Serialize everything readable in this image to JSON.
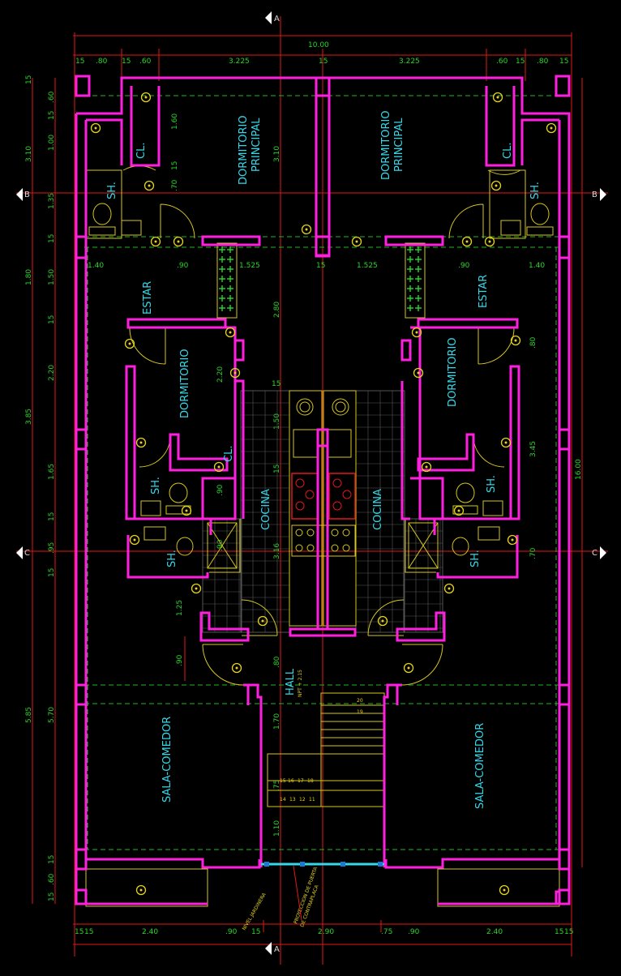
{
  "section_marks": {
    "top": "A",
    "bottom": "A",
    "left_b": "B",
    "right_b": "B",
    "left_c": "C",
    "right_c": "C"
  },
  "dims_top": {
    "total": "10.00",
    "d1": "15",
    "d2": ".80",
    "d3": "15",
    "d4": ".60",
    "d5": "3.225",
    "d6": "15",
    "d7": "3.225",
    "d8": ".60",
    "d9": "15",
    "d10": ".80",
    "d11": "15"
  },
  "dims_left": {
    "a": "15",
    "b": ".60",
    "c": "15",
    "d": "3.10",
    "e": "1.00",
    "f": "1.35",
    "g": "15",
    "h": "1.80",
    "i": "1.50",
    "j": "15",
    "k": "3.85",
    "l": "2.20",
    "m": "1.65",
    "n": "15",
    "o": ".95",
    "p": "15",
    "q": "5.85",
    "r": "5.70",
    "s": "15",
    "t": ".60",
    "u": "15"
  },
  "dims_right": {
    "total": "16.00"
  },
  "dims_bottom": {
    "a": "15",
    "b": "15",
    "c": "2.40",
    "d": ".90",
    "e": "15",
    "f": "2.90",
    "g": ".75",
    "h": ".90",
    "i": "2.40",
    "j": "15",
    "k": "15"
  },
  "dims_inner": {
    "a": "1.60",
    "b": "15",
    "c": ".70",
    "d": "3.10",
    "e": "1.40",
    "f": ".90",
    "g": "1.525",
    "h": "15",
    "i": "1.525",
    "j": ".90",
    "k": "1.40",
    "l": "2.80",
    "m": "2.20",
    "n": "15",
    "o": "1.50",
    "p": "15",
    "q": "3.16",
    "r": ".80",
    "s": "3.45",
    "t": ".90",
    "u": ".90",
    "v": "1.25",
    "w": ".80",
    "x": ".90",
    "y": "1.70",
    "z": ".75",
    "aa": "1.10",
    "bb": ".70"
  },
  "rooms": {
    "dorm_principal_1": "DORMITORIO",
    "principal": "PRINCIPAL",
    "dorm_principal_2": "DORMITORIO",
    "cl": "CL.",
    "sh": "SH.",
    "estar": "ESTAR",
    "dormitorio": "DORMITORIO",
    "cocina": "COCINA",
    "hall": "HALL",
    "sala": "SALA-COMEDOR"
  },
  "notes": {
    "hall_level": "NPT + 2.15",
    "bottom_left": "NIVEL JARDINERA",
    "bottom_center_1": "PROYECCION DE PUERTA",
    "bottom_center_2": "DE CONTRAPLACA"
  },
  "stairs": {
    "s1": "15",
    "s2": "16",
    "s3": "17",
    "s4": "18",
    "up1": "19",
    "up2": "20",
    "down1": "14",
    "down2": "13",
    "down3": "12",
    "down4": "11"
  },
  "colors": {
    "wall": "#ff1fe0",
    "dim": "#2bd52b",
    "axis": "#e01818",
    "label": "#36d7e8",
    "fixture": "#d6c61e"
  }
}
